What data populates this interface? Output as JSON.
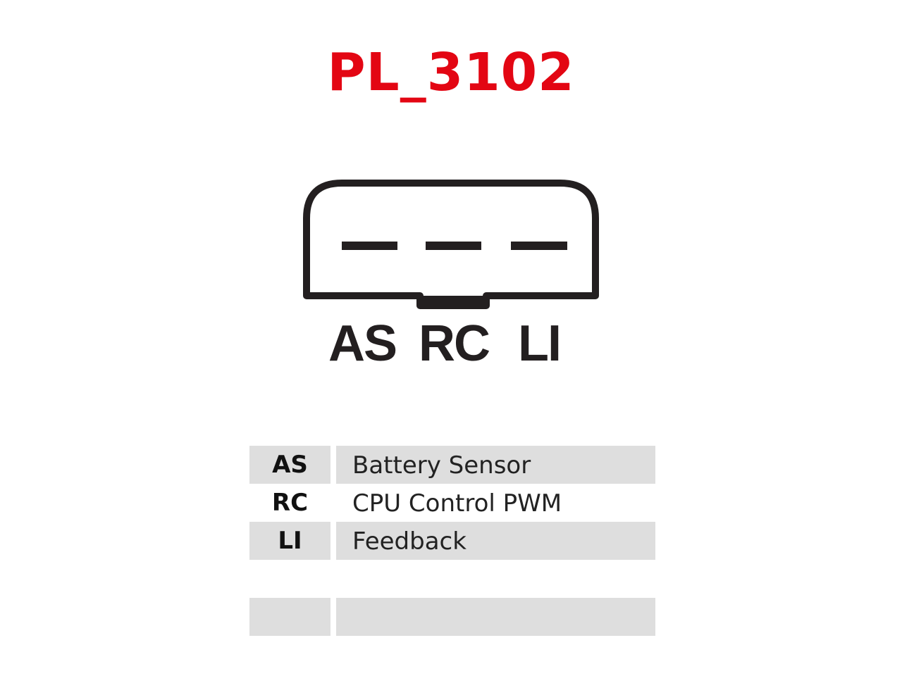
{
  "title": "PL_3102",
  "title_color": "#e30613",
  "connector": {
    "pins": [
      "AS",
      "RC",
      "LI"
    ]
  },
  "pin_table": {
    "rows": [
      {
        "code": "AS",
        "description": "Battery Sensor",
        "shaded": true
      },
      {
        "code": "RC",
        "description": "CPU Control PWM",
        "shaded": false
      },
      {
        "code": "LI",
        "description": "Feedback",
        "shaded": true
      },
      {
        "code": "",
        "description": "",
        "shaded": false
      },
      {
        "code": "",
        "description": "",
        "shaded": true
      }
    ]
  },
  "colors": {
    "outline": "#231f20",
    "row_shade": "#dedede"
  }
}
